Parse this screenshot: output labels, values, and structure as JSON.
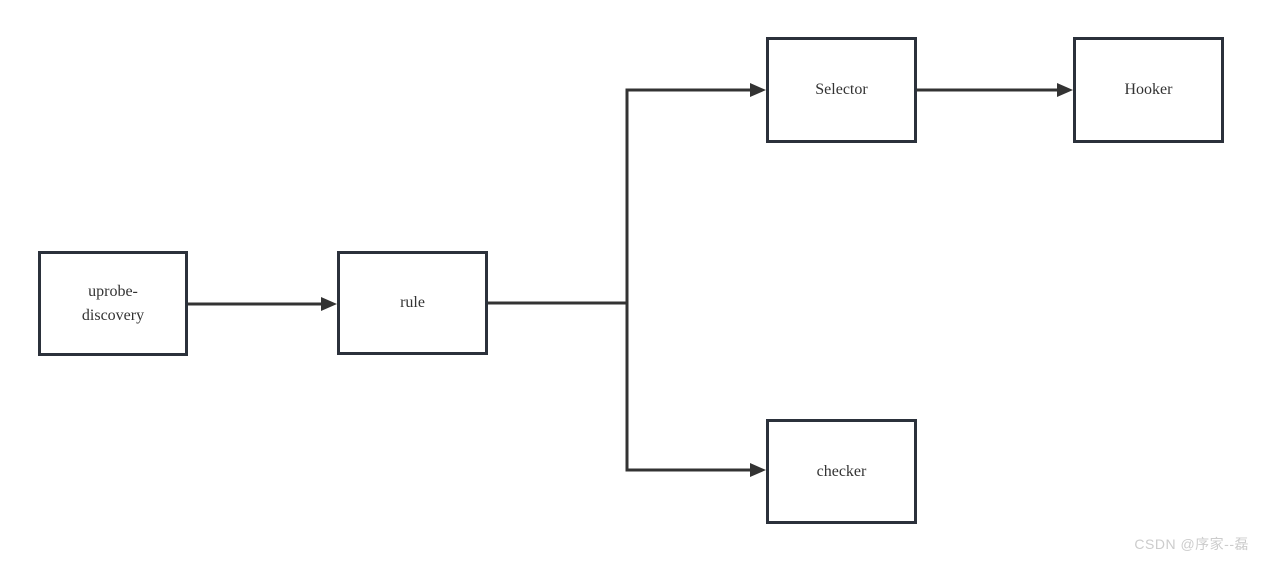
{
  "diagram": {
    "type": "flowchart",
    "background": "#ffffff",
    "colors": {
      "node_border": "#2b313b",
      "node_fill": "#ffffff",
      "edge_line": "#333333",
      "text": "#333333",
      "watermark_text": "#cccccc"
    },
    "nodes": [
      {
        "id": "uprobe-discovery",
        "label": "uprobe-discovery"
      },
      {
        "id": "rule",
        "label": "rule"
      },
      {
        "id": "selector",
        "label": "Selector"
      },
      {
        "id": "hooker",
        "label": "Hooker"
      },
      {
        "id": "checker",
        "label": "checker"
      }
    ],
    "edges": [
      {
        "from": "uprobe-discovery",
        "to": "rule"
      },
      {
        "from": "rule",
        "to": "selector"
      },
      {
        "from": "rule",
        "to": "checker"
      },
      {
        "from": "selector",
        "to": "hooker"
      }
    ]
  },
  "watermark": {
    "text": "CSDN @序家--磊"
  }
}
